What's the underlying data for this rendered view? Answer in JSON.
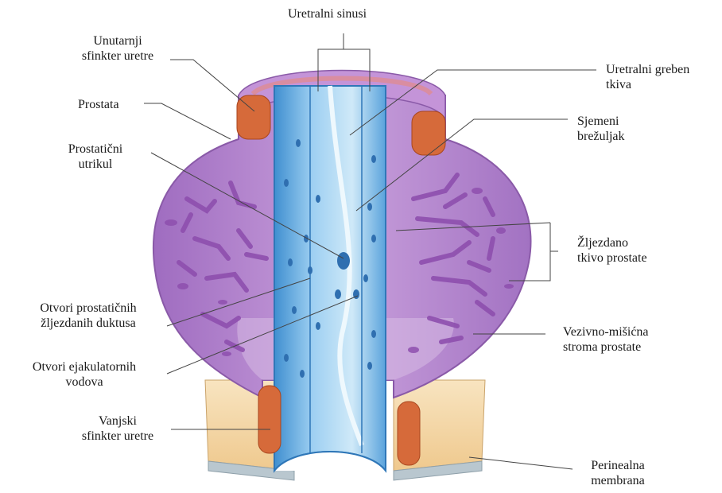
{
  "labels": {
    "uretralni_sinusi": "Uretralni sinusi",
    "unutarnji_sfinkter_1": "Unutarnji",
    "unutarnji_sfinkter_2": "sfinkter uretre",
    "prostata": "Prostata",
    "prostaticni_utrikul_1": "Prostatični",
    "prostaticni_utrikul_2": "utrikul",
    "uretralni_greben_1": "Uretralni greben",
    "uretralni_greben_2": "tkiva",
    "sjemeni_brezuljak_1": "Sjemeni",
    "sjemeni_brezuljak_2": "brežuljak",
    "zlijezdano_tkivo_1": "Žljezdano",
    "zlijezdano_tkivo_2": "tkivo prostate",
    "otvori_duktusa_1": "Otvori prostatičnih",
    "otvori_duktusa_2": "žljezdanih duktusa",
    "otvori_ejakulatornih_1": "Otvori ejakulatornih",
    "otvori_ejakulatornih_2": "vodova",
    "vezivno_misicna_1": "Vezivno-mišićna",
    "vezivno_misicna_2": "stroma prostate",
    "vanjski_sfinkter_1": "Vanjski",
    "vanjski_sfinkter_2": "sfinkter uretre",
    "perinealna_1": "Perinealna",
    "perinealna_2": "membrana"
  },
  "colors": {
    "prostate_fill": "#b07ec8",
    "prostate_edge": "#8a5aa8",
    "gland": "#8e4fae",
    "urethra_blue": "#6aaee0",
    "urethra_light": "#cbe6f7",
    "sphincter": "#d66a3a",
    "membrane": "#f5d9a8",
    "leader": "#444444"
  }
}
